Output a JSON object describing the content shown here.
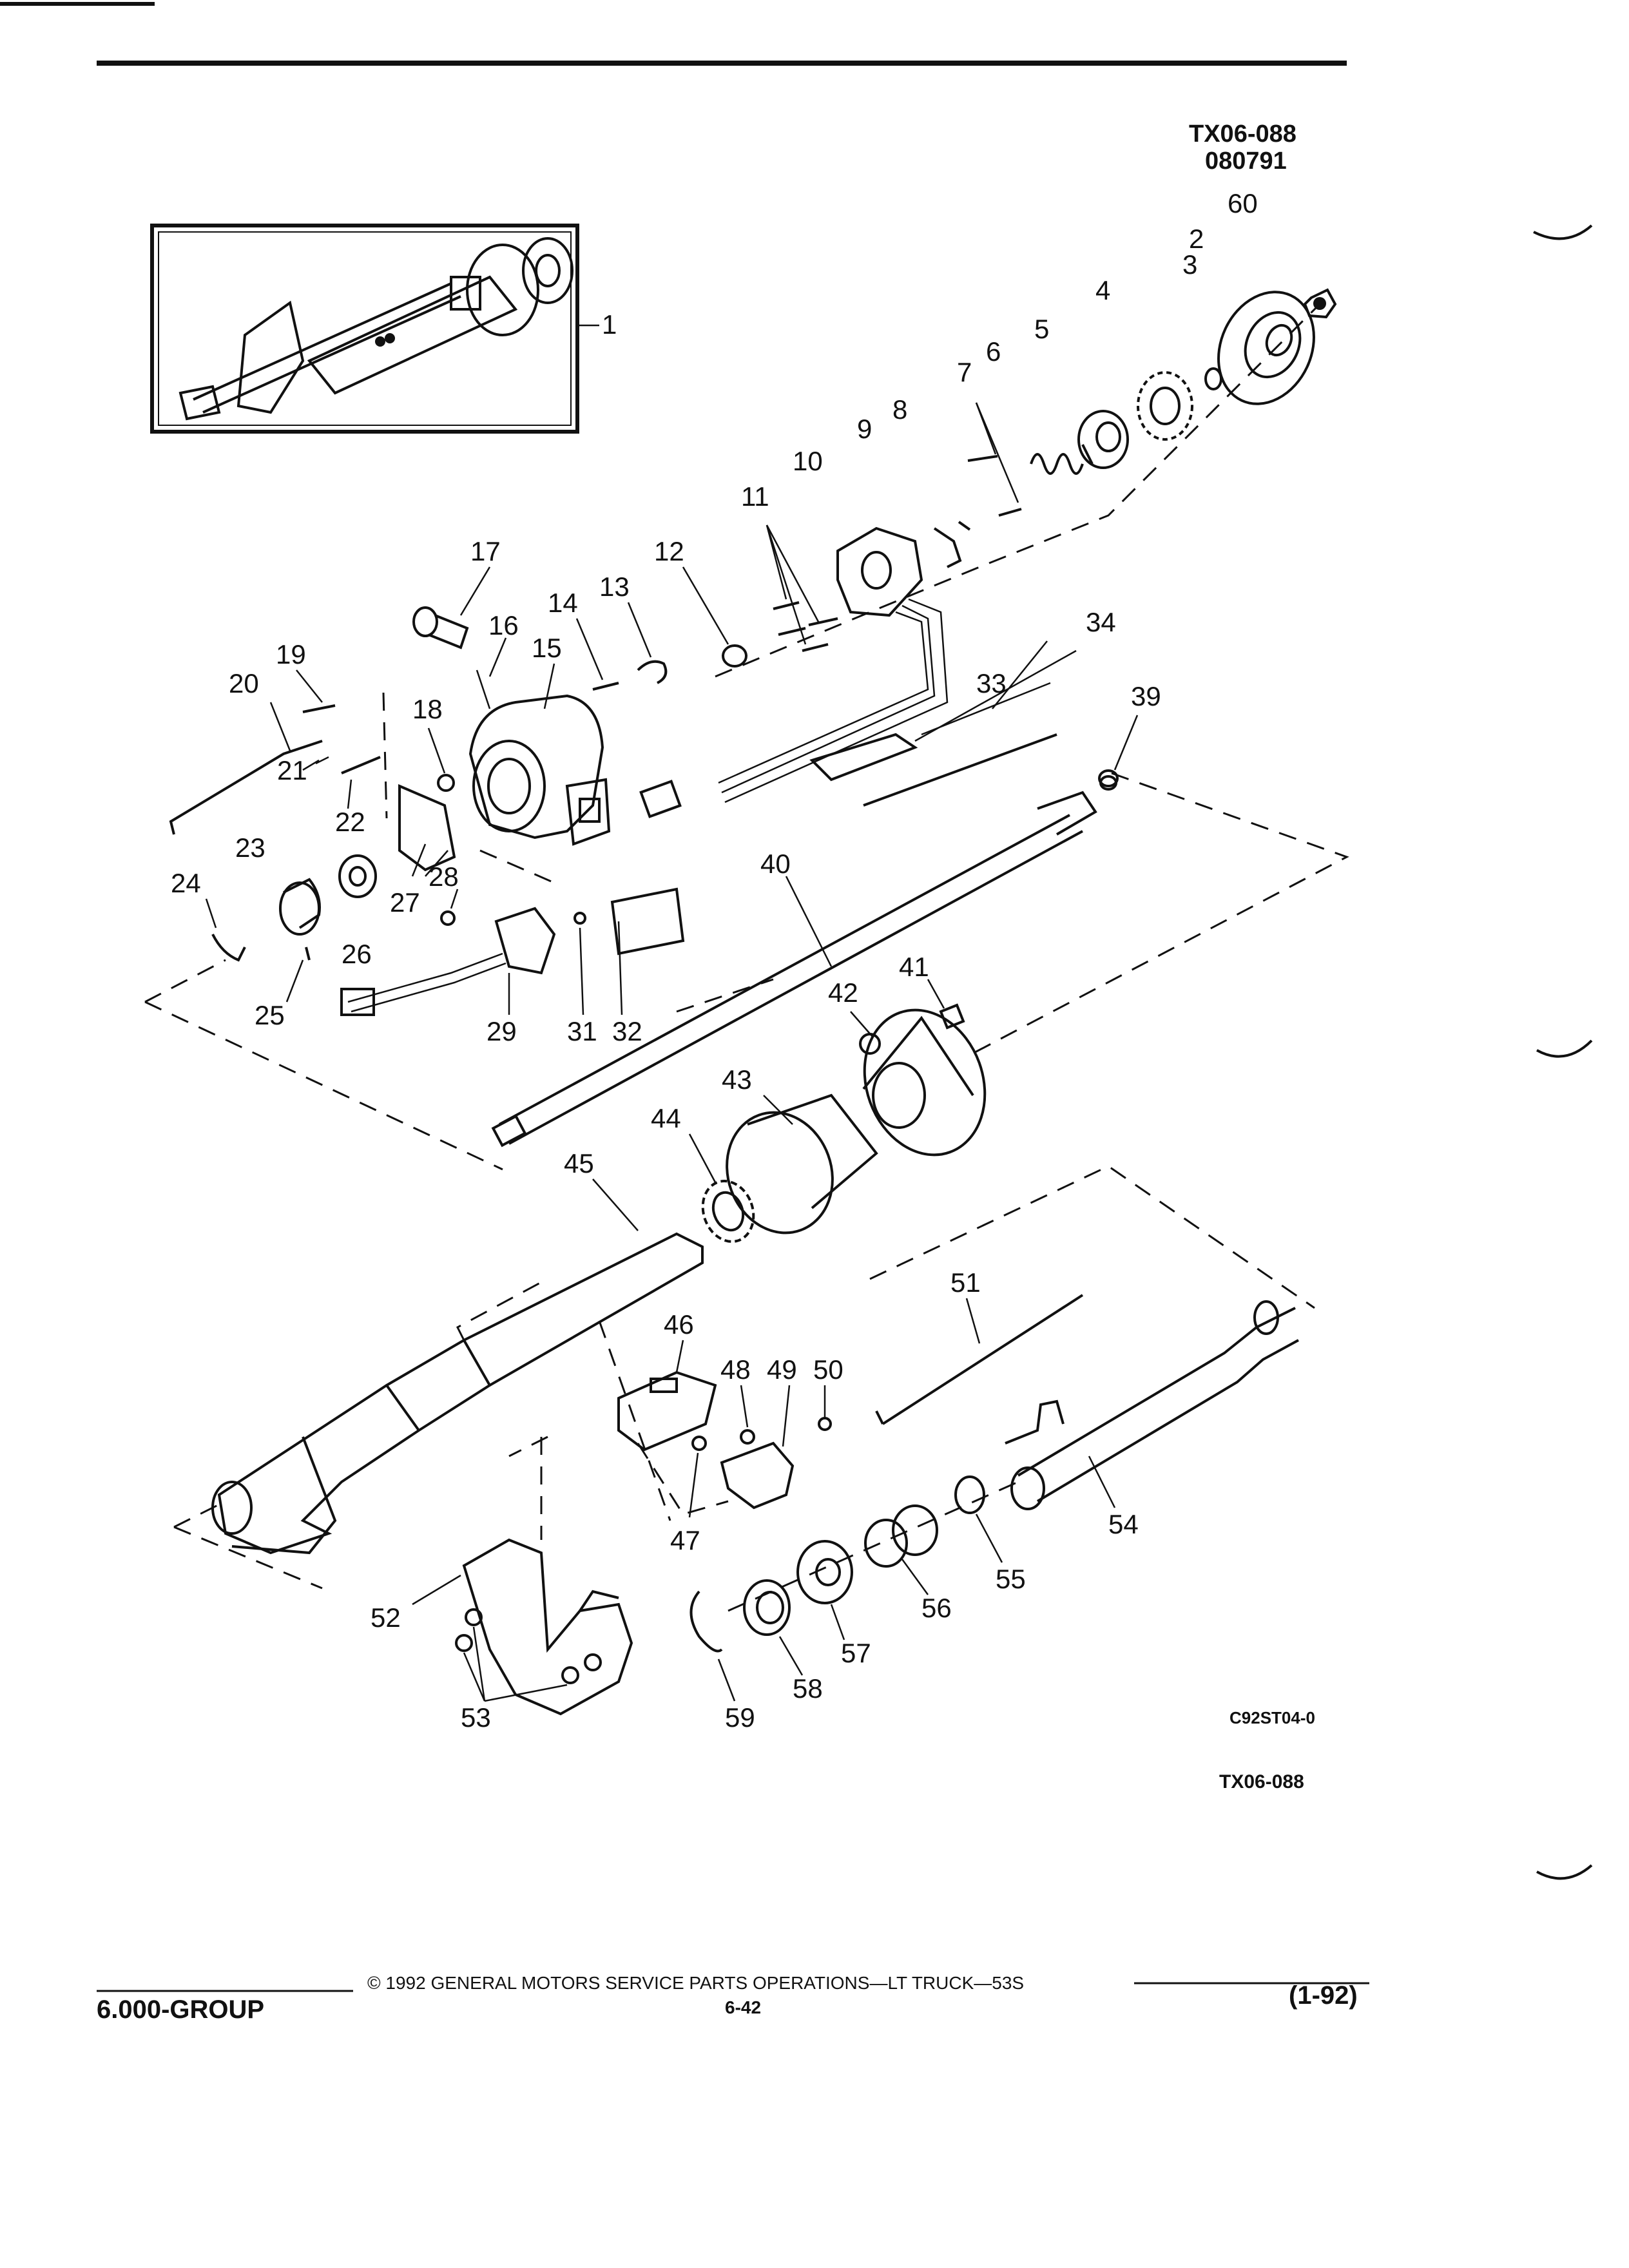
{
  "header": {
    "doc_code": "TX06-088",
    "date_code": "080791"
  },
  "inset_label": "1",
  "callouts": {
    "c1": "1",
    "c2": "2",
    "c3": "3",
    "c4": "4",
    "c5": "5",
    "c6": "6",
    "c7": "7",
    "c8": "8",
    "c9": "9",
    "c10": "10",
    "c11": "11",
    "c12": "12",
    "c13": "13",
    "c14": "14",
    "c15": "15",
    "c16": "16",
    "c17": "17",
    "c18": "18",
    "c19": "19",
    "c20": "20",
    "c21": "21",
    "c22": "22",
    "c23": "23",
    "c24": "24",
    "c25": "25",
    "c26": "26",
    "c27": "27",
    "c28": "28",
    "c29": "29",
    "c31": "31",
    "c32": "32",
    "c33": "33",
    "c34": "34",
    "c39": "39",
    "c40": "40",
    "c41": "41",
    "c42": "42",
    "c43": "43",
    "c44": "44",
    "c45": "45",
    "c46": "46",
    "c47": "47",
    "c48": "48",
    "c49": "49",
    "c50": "50",
    "c51": "51",
    "c52": "52",
    "c53": "53",
    "c54": "54",
    "c55": "55",
    "c56": "56",
    "c57": "57",
    "c58": "58",
    "c59": "59",
    "c60": "60"
  },
  "figure_codes": {
    "illustration_id": "C92ST04-0",
    "figure_ref": "TX06-088"
  },
  "footer": {
    "copyright": "© 1992 GENERAL MOTORS SERVICE PARTS OPERATIONS—LT TRUCK—53S",
    "page_number": "6-42",
    "group": "6.000-GROUP",
    "revision": "(1-92)"
  }
}
